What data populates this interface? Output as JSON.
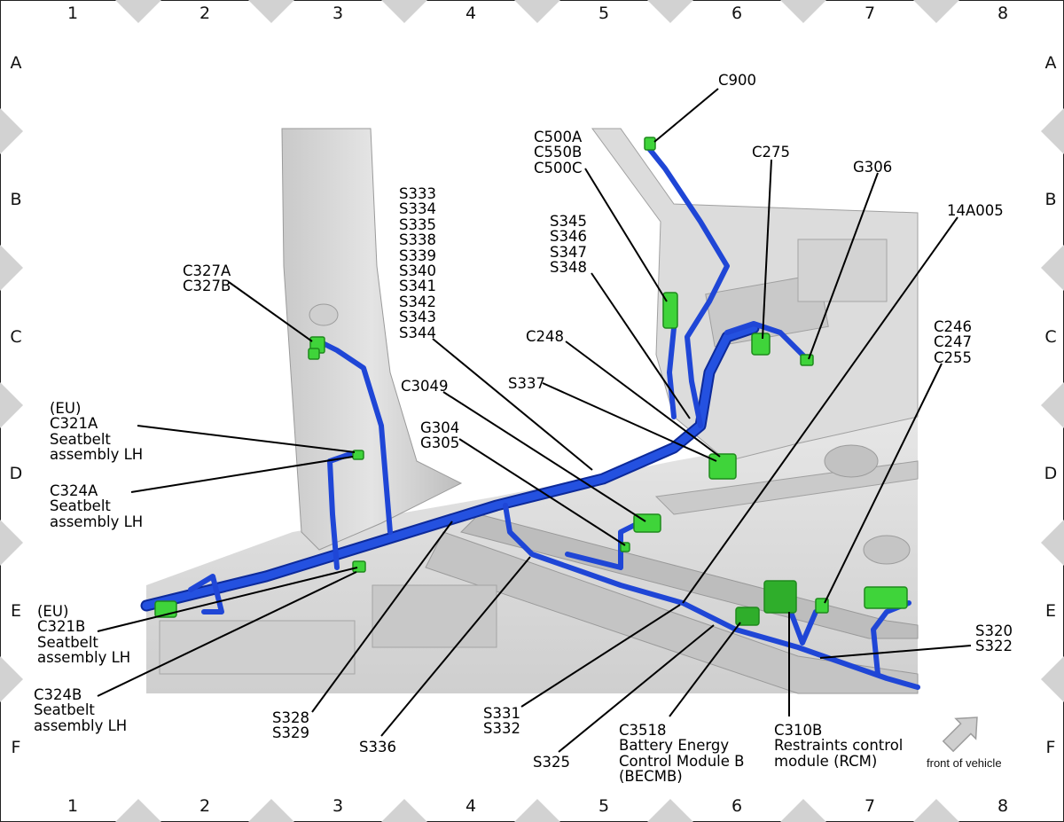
{
  "grid": {
    "columns": [
      "1",
      "2",
      "3",
      "4",
      "5",
      "6",
      "7",
      "8"
    ],
    "rows": [
      "A",
      "B",
      "C",
      "D",
      "E",
      "F"
    ]
  },
  "callouts": [
    {
      "id": "c900",
      "lines": [
        "C900"
      ]
    },
    {
      "id": "c500",
      "lines": [
        "C500A",
        "C550B",
        "C500C"
      ]
    },
    {
      "id": "c275",
      "lines": [
        "C275"
      ]
    },
    {
      "id": "g306",
      "lines": [
        "G306"
      ]
    },
    {
      "id": "a14a005",
      "lines": [
        "14A005"
      ]
    },
    {
      "id": "s333",
      "lines": [
        "S333",
        "S334",
        "S335",
        "S338",
        "S339",
        "S340",
        "S341",
        "S342",
        "S343",
        "S344"
      ]
    },
    {
      "id": "s345",
      "lines": [
        "S345",
        "S346",
        "S347",
        "S348"
      ]
    },
    {
      "id": "c327",
      "lines": [
        "C327A",
        "C327B"
      ]
    },
    {
      "id": "c248",
      "lines": [
        "C248"
      ]
    },
    {
      "id": "c246",
      "lines": [
        "C246",
        "C247",
        "C255"
      ]
    },
    {
      "id": "s337",
      "lines": [
        "S337"
      ]
    },
    {
      "id": "c3049",
      "lines": [
        "C3049"
      ]
    },
    {
      "id": "c321a",
      "lines": [
        "(EU)",
        "C321A",
        "Seatbelt",
        "assembly LH"
      ]
    },
    {
      "id": "g304",
      "lines": [
        "G304",
        "G305"
      ]
    },
    {
      "id": "c324a",
      "lines": [
        "C324A",
        "Seatbelt",
        "assembly LH"
      ]
    },
    {
      "id": "c321b",
      "lines": [
        "(EU)",
        "C321B",
        "Seatbelt",
        "assembly LH"
      ]
    },
    {
      "id": "s320",
      "lines": [
        "S320",
        "S322"
      ]
    },
    {
      "id": "c324b",
      "lines": [
        "C324B",
        "Seatbelt",
        "assembly LH"
      ]
    },
    {
      "id": "s328",
      "lines": [
        "S328",
        "S329"
      ]
    },
    {
      "id": "s331",
      "lines": [
        "S331",
        "S332"
      ]
    },
    {
      "id": "c3518",
      "lines": [
        "C3518",
        "Battery Energy",
        "Control Module B",
        "(BECMB)"
      ]
    },
    {
      "id": "c310b",
      "lines": [
        "C310B",
        "Restraints control",
        "module (RCM)"
      ]
    },
    {
      "id": "s336",
      "lines": [
        "S336"
      ]
    },
    {
      "id": "s325",
      "lines": [
        "S325"
      ]
    }
  ],
  "front_indicator": "front of vehicle",
  "colors": {
    "harness": "#1f46d6",
    "harness_dark": "#0d2a9a",
    "connector": "#3fd43a",
    "connector_dark": "#1f8a1c",
    "body_panel": "#d9d9d9",
    "marker": "#d2d2d2"
  }
}
